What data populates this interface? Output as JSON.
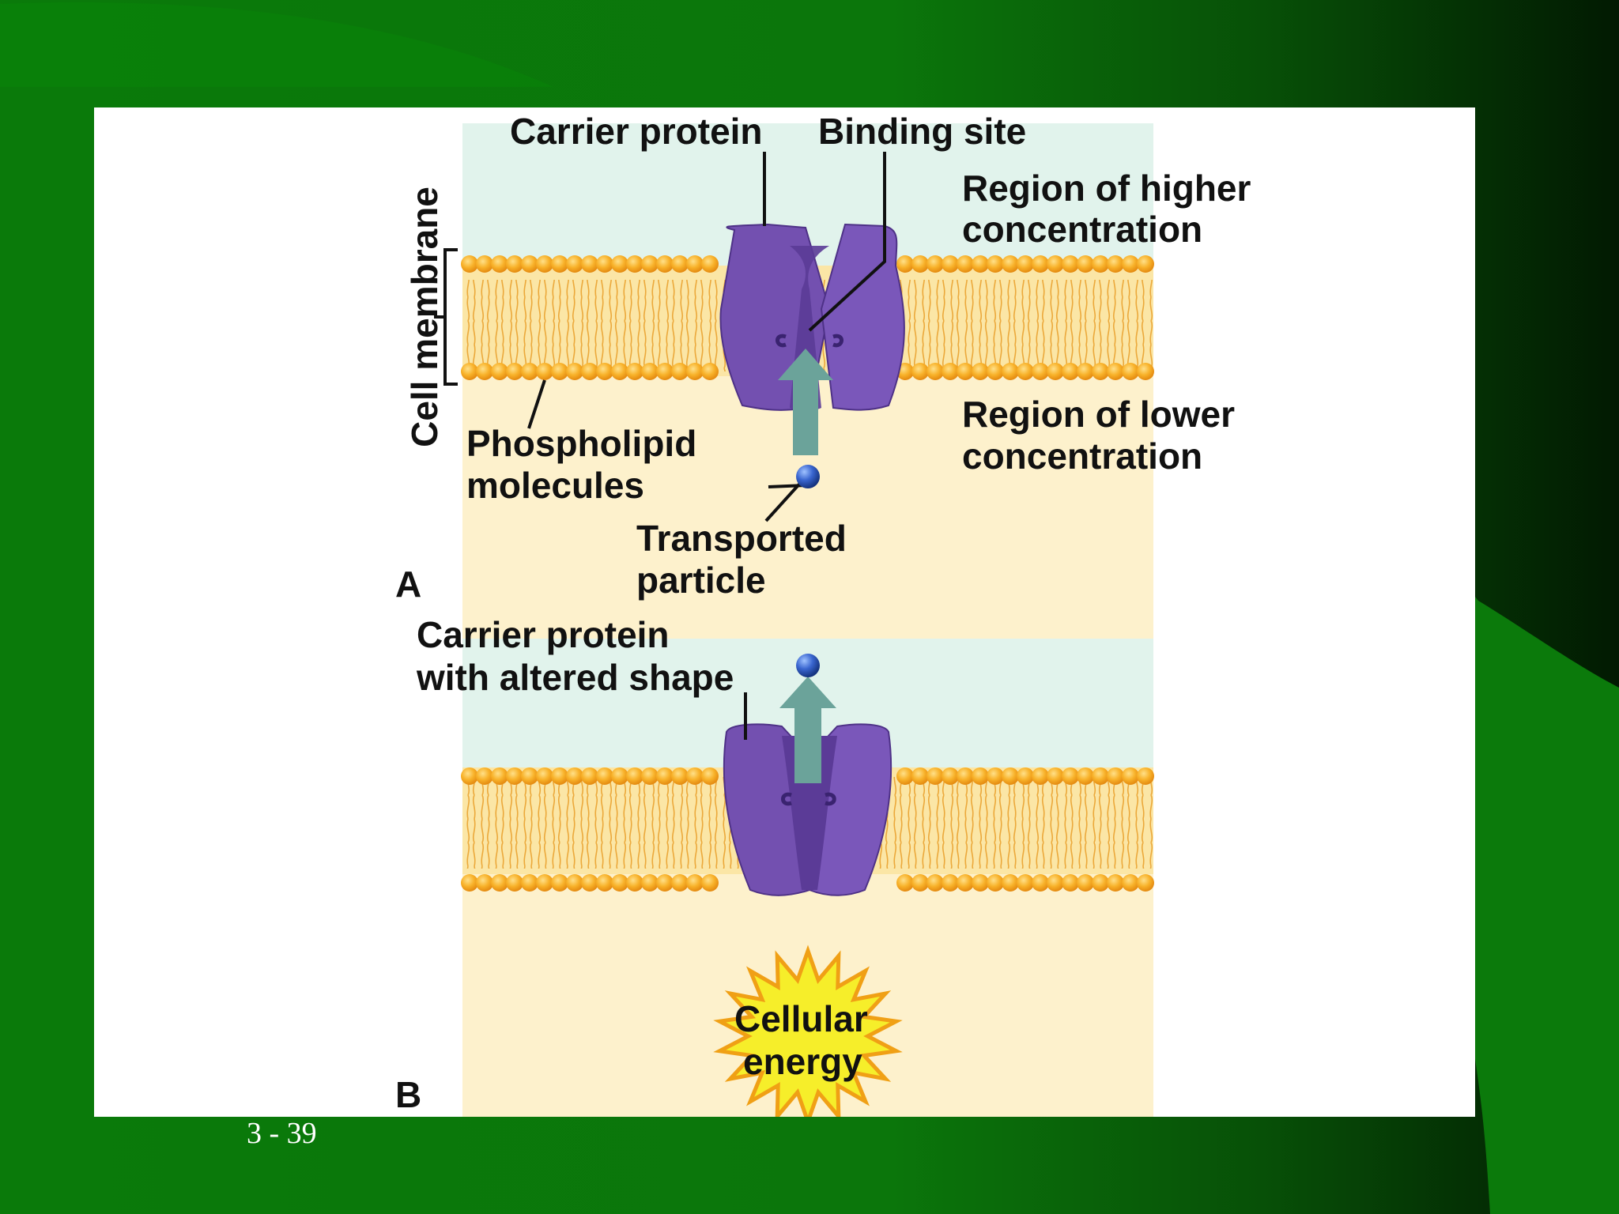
{
  "slide": {
    "number": "3 - 39"
  },
  "diagram": {
    "panel_a": {
      "letter": "A",
      "labels": {
        "carrier_protein": "Carrier protein",
        "binding_site": "Binding site",
        "higher_concentration_1": "Region of higher",
        "higher_concentration_2": "concentration",
        "lower_concentration_1": "Region of lower",
        "lower_concentration_2": "concentration",
        "cell_membrane": "Cell membrane",
        "phospholipid_1": "Phospholipid",
        "phospholipid_2": "molecules",
        "particle_1": "Transported",
        "particle_2": "particle"
      }
    },
    "panel_b": {
      "letter": "B",
      "labels": {
        "altered_1": "Carrier protein",
        "altered_2": "with altered shape",
        "energy_1": "Cellular",
        "energy_2": "energy"
      }
    }
  },
  "colors": {
    "background_green": "#0a7a0a",
    "upper_region": "#e1f3ec",
    "lower_region": "#fdf1cc",
    "membrane_head": "#f6a81d",
    "protein_purple": "#7a55b8",
    "arrow_teal": "#6ba39a",
    "particle_blue": "#2850b8",
    "starburst_yellow": "#f6ee2a"
  }
}
